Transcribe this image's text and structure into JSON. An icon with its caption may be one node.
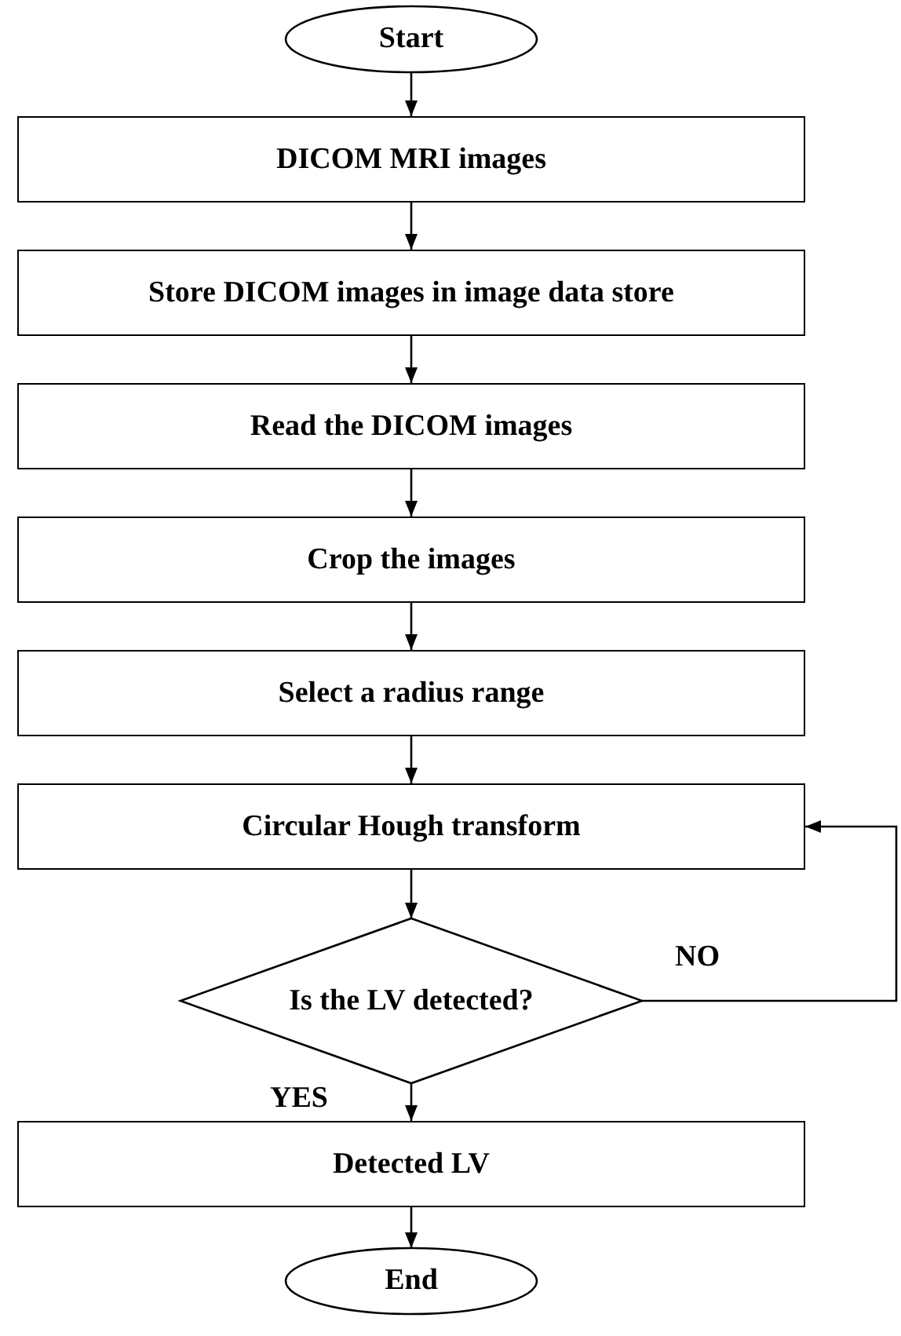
{
  "diagram": {
    "nodes": [
      {
        "text": [
          "Start"
        ]
      },
      {
        "text": [
          "DICOM MRI images"
        ]
      },
      {
        "text": [
          "Store DICOM images in image data store"
        ]
      },
      {
        "text": [
          "Read the DICOM images"
        ]
      },
      {
        "text": [
          "Crop the images"
        ]
      },
      {
        "text": [
          "Select a radius range"
        ]
      },
      {
        "text": [
          "Circular Hough transform"
        ]
      },
      {
        "text": [
          "Is the LV detected?"
        ]
      },
      {
        "text": [
          "Detected LV"
        ]
      },
      {
        "text": [
          "End"
        ]
      }
    ],
    "edges": [
      {
        "from": 0,
        "to": 1,
        "arrow": "to"
      },
      {
        "from": 1,
        "to": 2,
        "arrow": "to"
      },
      {
        "from": 2,
        "to": 3,
        "arrow": "to"
      },
      {
        "from": 3,
        "to": 4,
        "arrow": "to"
      },
      {
        "from": 4,
        "to": 5,
        "arrow": "to"
      },
      {
        "from": 5,
        "to": 6,
        "arrow": "to"
      },
      {
        "from": 6,
        "to": 7,
        "arrow": "to"
      },
      {
        "from": 7,
        "to": 6,
        "arrow": "to",
        "label": "NO"
      },
      {
        "from": 7,
        "to": 8,
        "arrow": "to",
        "label": "YES"
      },
      {
        "from": 8,
        "to": 9,
        "arrow": "to"
      }
    ]
  }
}
